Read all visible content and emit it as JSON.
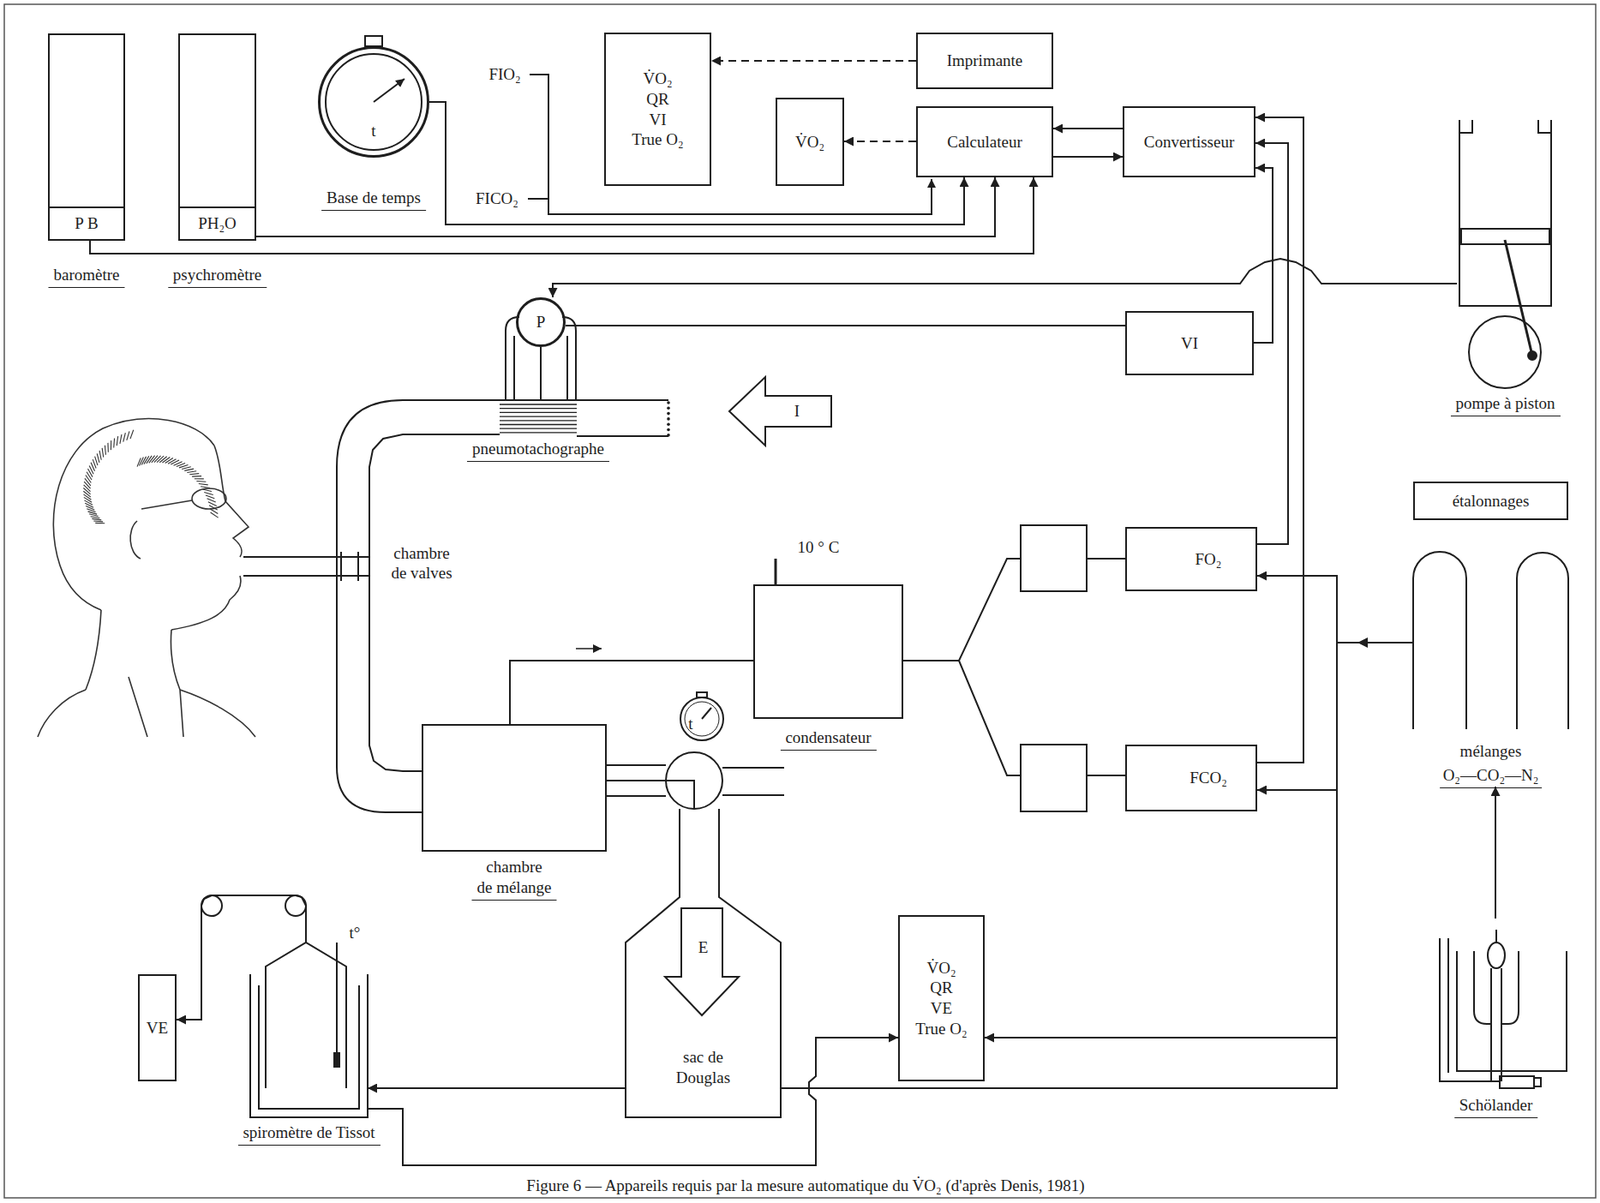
{
  "diagram": {
    "caption": "Figure 6 — Appareils requis par la mesure automatique du V̇O₂ (d'après Denis, 1981)",
    "nodes": [
      {
        "text": [
          "P B",
          "baromètre"
        ]
      },
      {
        "text": [
          "PH₂O",
          "psychromètre"
        ]
      },
      {
        "text": [
          "t",
          "Base de temps"
        ]
      },
      {
        "text": [
          "V̇O₂",
          "QR",
          "VI",
          "True O₂"
        ]
      },
      {
        "text": [
          "V̇O₂"
        ]
      },
      {
        "text": [
          "Imprimante"
        ]
      },
      {
        "text": [
          "Calculateur"
        ]
      },
      {
        "text": [
          "Convertisseur"
        ]
      },
      {
        "text": [
          "pompe à piston"
        ]
      },
      {
        "text": [
          "P"
        ]
      },
      {
        "text": [
          "VI"
        ]
      },
      {
        "text": [
          "pneumotachographe"
        ]
      },
      {
        "text": [
          "chambre de mélange"
        ]
      },
      {
        "text": [
          "condensateur"
        ]
      },
      {
        "text": [
          "FO₂"
        ]
      },
      {
        "text": [
          "FCO₂"
        ]
      },
      {
        "text": [
          "étalonnages"
        ]
      },
      {
        "text": [
          "mélanges",
          "O₂—CO₂—N₂"
        ]
      },
      {
        "text": [
          "Schölander"
        ]
      },
      {
        "text": [
          "E",
          "sac de Douglas"
        ]
      },
      {
        "text": [
          "V̇O₂",
          "QR",
          "VE",
          "True O₂"
        ]
      },
      {
        "text": [
          "VE"
        ]
      },
      {
        "text": [
          "spiromètre de Tissot"
        ]
      }
    ],
    "edges": [
      {
        "from": 0,
        "to": 6,
        "arrow": "to"
      },
      {
        "from": 1,
        "to": 6,
        "arrow": "to"
      },
      {
        "from": 2,
        "to": 6,
        "arrow": "to"
      },
      {
        "from": 5,
        "to": 3,
        "arrow": "to"
      },
      {
        "from": 6,
        "to": 4,
        "arrow": "to"
      },
      {
        "from": 7,
        "to": 6,
        "arrow": "to"
      },
      {
        "from": 6,
        "to": 7,
        "arrow": "to"
      },
      {
        "from": 8,
        "to": 9,
        "arrow": "to"
      },
      {
        "from": 9,
        "to": 10,
        "arrow": "none"
      },
      {
        "from": 10,
        "to": 7,
        "arrow": "to"
      },
      {
        "from": 14,
        "to": 7,
        "arrow": "to"
      },
      {
        "from": 15,
        "to": 7,
        "arrow": "to"
      },
      {
        "from": 11,
        "to": 12,
        "arrow": "none"
      },
      {
        "from": 12,
        "to": 13,
        "arrow": "none"
      },
      {
        "from": 12,
        "to": 19,
        "arrow": "none"
      },
      {
        "from": 13,
        "to": 14,
        "arrow": "none"
      },
      {
        "from": 13,
        "to": 15,
        "arrow": "none"
      },
      {
        "from": 17,
        "to": 14,
        "arrow": "to"
      },
      {
        "from": 17,
        "to": 15,
        "arrow": "to"
      },
      {
        "from": 17,
        "to": 20,
        "arrow": "to"
      },
      {
        "from": 17,
        "to": 19,
        "arrow": "none"
      },
      {
        "from": 19,
        "to": 22,
        "arrow": "to"
      },
      {
        "from": 22,
        "to": 20,
        "arrow": "to"
      },
      {
        "from": 22,
        "to": 21,
        "arrow": "to"
      },
      {
        "from": 18,
        "to": 17,
        "arrow": "to"
      },
      {
        "from": 9,
        "to": 11,
        "arrow": "none"
      }
    ],
    "labels": [
      "FIO₂",
      "FICO₂",
      "I",
      "chambre de valves",
      "10 ° C",
      "t",
      "t°"
    ]
  }
}
